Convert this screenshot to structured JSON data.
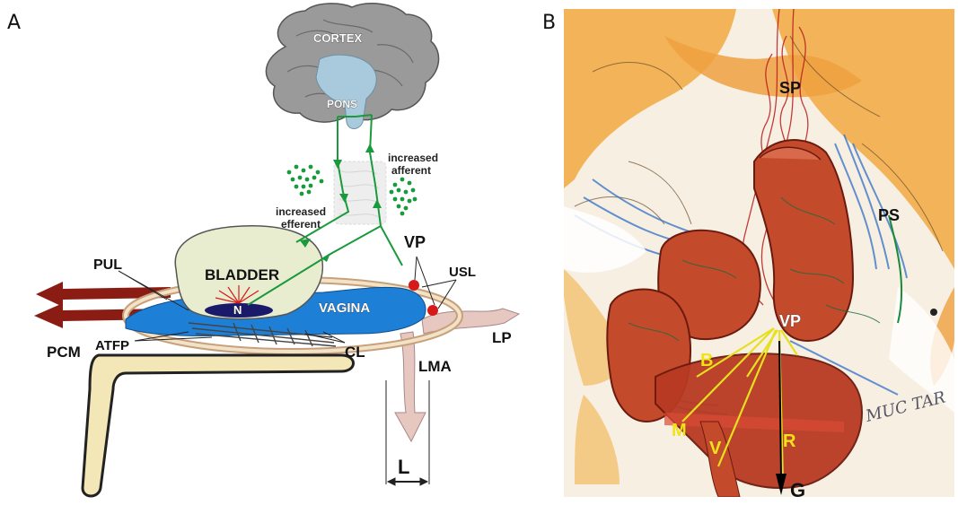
{
  "panels": {
    "a": {
      "letter": "A",
      "labels": {
        "cortex": "CORTEX",
        "pons": "PONS",
        "increased_afferent_1": "increased",
        "increased_afferent_2": "afferent",
        "increased_efferent_1": "increased",
        "increased_efferent_2": "efferent",
        "bladder": "BLADDER",
        "n": "N",
        "vagina": "VAGINA",
        "pul": "PUL",
        "pcm": "PCM",
        "atfp": "ATFP",
        "cl": "CL",
        "vp": "VP",
        "usl": "USL",
        "lp": "LP",
        "lma": "LMA",
        "l": "L"
      }
    },
    "b": {
      "letter": "B",
      "labels": {
        "sp": "SP",
        "ps": "PS",
        "vp": "VP",
        "b": "B",
        "m": "M",
        "v": "V",
        "r": "R",
        "g": "G",
        "signature": "MUC TAR"
      }
    }
  },
  "colors": {
    "nerve_green": "#1a9a3c",
    "bladder_fill": "#e8edd0",
    "vagina_blue": "#1e7fd6",
    "muscle_red": "#8a1c14",
    "ligament_pink": "#e6c8c0",
    "bone": "#f3e7b8",
    "nerve_yellow": "#e6e020",
    "brain_gray": "#9a9a9a",
    "pons_blue": "#a9c9dc"
  }
}
